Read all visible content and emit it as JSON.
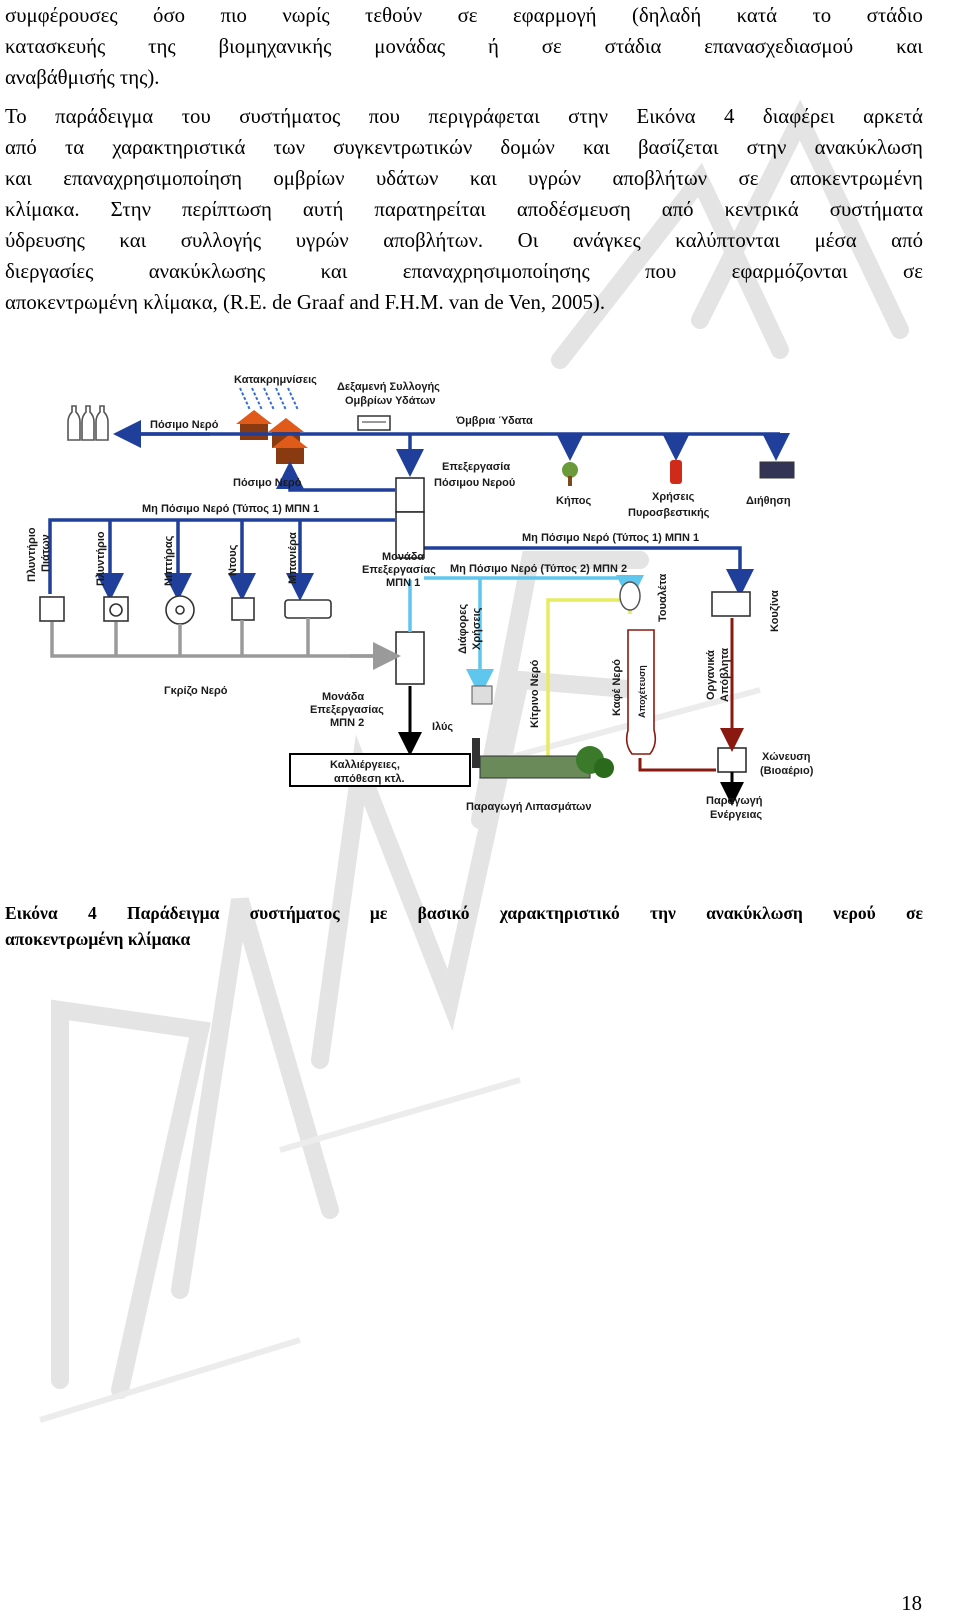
{
  "paragraph1": {
    "lines": [
      [
        "συμφέρουσες",
        "όσο",
        "πιο",
        "νωρίς",
        "τεθούν",
        "σε",
        "εφαρμογή",
        "(δηλαδή",
        "κατά",
        "το",
        "στάδιο"
      ],
      [
        "κατασκευής",
        "της",
        "βιομηχανικής",
        "μονάδας",
        "ή",
        "σε",
        "στάδια",
        "επανασχεδιασμού",
        "και"
      ],
      [
        "αναβάθμισής της)."
      ]
    ]
  },
  "paragraph2": {
    "lines": [
      [
        "Το",
        "παράδειγμα",
        "του",
        "συστήματος",
        "που",
        "περιγράφεται",
        "στην",
        "Εικόνα",
        "4",
        "διαφέρει",
        "αρκετά"
      ],
      [
        "από",
        "τα",
        "χαρακτηριστικά",
        "των",
        "συγκεντρωτικών",
        "δομών",
        "και",
        "βασίζεται",
        "στην",
        "ανακύκλωση"
      ],
      [
        "και",
        "επαναχρησιμοποίηση",
        "ομβρίων",
        "υδάτων",
        "και",
        "υγρών",
        "αποβλήτων",
        "σε",
        "αποκεντρωμένη"
      ],
      [
        "κλίμακα.",
        "Στην",
        "περίπτωση",
        "αυτή",
        "παρατηρείται",
        "αποδέσμευση",
        "από",
        "κεντρικά",
        "συστήματα"
      ],
      [
        "ύδρευσης",
        "και",
        "συλλογής",
        "υγρών",
        "αποβλήτων.",
        "Οι",
        "ανάγκες",
        "καλύπτονται",
        "μέσα",
        "από"
      ],
      [
        "διεργασίες",
        "ανακύκλωσης",
        "και",
        "επαναχρησιμοποίησης",
        "που",
        "εφαρμόζονται",
        "σε"
      ],
      [
        "αποκεντρωμένη κλίμακα, (R.E. de Graaf and F.H.M. van de Ven, 2005)."
      ]
    ]
  },
  "figure": {
    "labels": {
      "precipitation": "Κατακρημνίσεις",
      "tank_line1": "Δεξαμενή Συλλογής",
      "tank_line2": "Ομβρίων Υδάτων",
      "drinking_water_top": "Πόσιμο Νερό",
      "rainwater": "Όμβρια Ύδατα",
      "drinking_water_mid": "Πόσιμο Νερό",
      "proc_line1": "Επεξεργασία",
      "proc_line2": "Πόσιμου Νερού",
      "garden": "Κήπος",
      "fire_line1": "Χρήσεις",
      "fire_line2": "Πυροσβεστικής",
      "filtration": "Διήθηση",
      "nonpotable1_left": "Μη Πόσιμο Νερό (Τύπος 1) ΜΠΝ 1",
      "nonpotable1_right": "Μη Πόσιμο Νερό (Τύπος 1) ΜΠΝ 1",
      "nonpotable2": "Μη Πόσιμο Νερό (Τύπος 2) ΜΠΝ 2",
      "dishwasher_line1": "Πλυντήριο",
      "dishwasher_line2": "Πιάτων",
      "washer": "Πλυντήριο",
      "sink": "Νιπτήρας",
      "shower": "Ντους",
      "bathtub": "Μπανιέρα",
      "unit1_line1": "Μονάδα",
      "unit1_line2": "Επεξεργασίας",
      "unit1_line3": "ΜΠΝ 1",
      "misc_line1": "Διάφορες",
      "misc_line2": "Χρήσεις",
      "toilet": "Τουαλέτα",
      "kitchen": "Κουζίνα",
      "grey_water": "Γκρίζο Νερό",
      "yellow_water": "Κίτρινο Νερό",
      "brown_water": "Καφέ Νερό",
      "drainage": "Αποχέτευση",
      "organic_line1": "Οργανικά",
      "organic_line2": "Απόβλητα",
      "unit2_line1": "Μονάδα",
      "unit2_line2": "Επεξεργασίας",
      "unit2_line3": "ΜΠΝ 2",
      "sludge": "Ιλύς",
      "digestion_line1": "Χώνευση",
      "digestion_line2": "(Βιοαέριο)",
      "crops_line1": "Καλλιέργειες,",
      "crops_line2": "απόθεση κτλ.",
      "fertilizer": "Παραγωγή Λιπασμάτων",
      "energy_line1": "Παραγωγή",
      "energy_line2": "Ενέργειας"
    }
  },
  "caption": {
    "lines": [
      [
        "Εικόνα",
        "4",
        "Παράδειγμα",
        "συστήματος",
        "με",
        "βασικό",
        "χαρακτηριστικό",
        "την",
        "ανακύκλωση",
        "νερού",
        "σε"
      ],
      [
        "αποκεντρωμένη κλίμακα"
      ]
    ]
  },
  "page_number": "18",
  "colors": {
    "potable": "#1f3f9a",
    "grey": "#9a9a9a",
    "nonpotable2": "#5fc6ee",
    "yellow": "#e6ec60",
    "brown": "#8a1a10",
    "black": "#000000"
  }
}
